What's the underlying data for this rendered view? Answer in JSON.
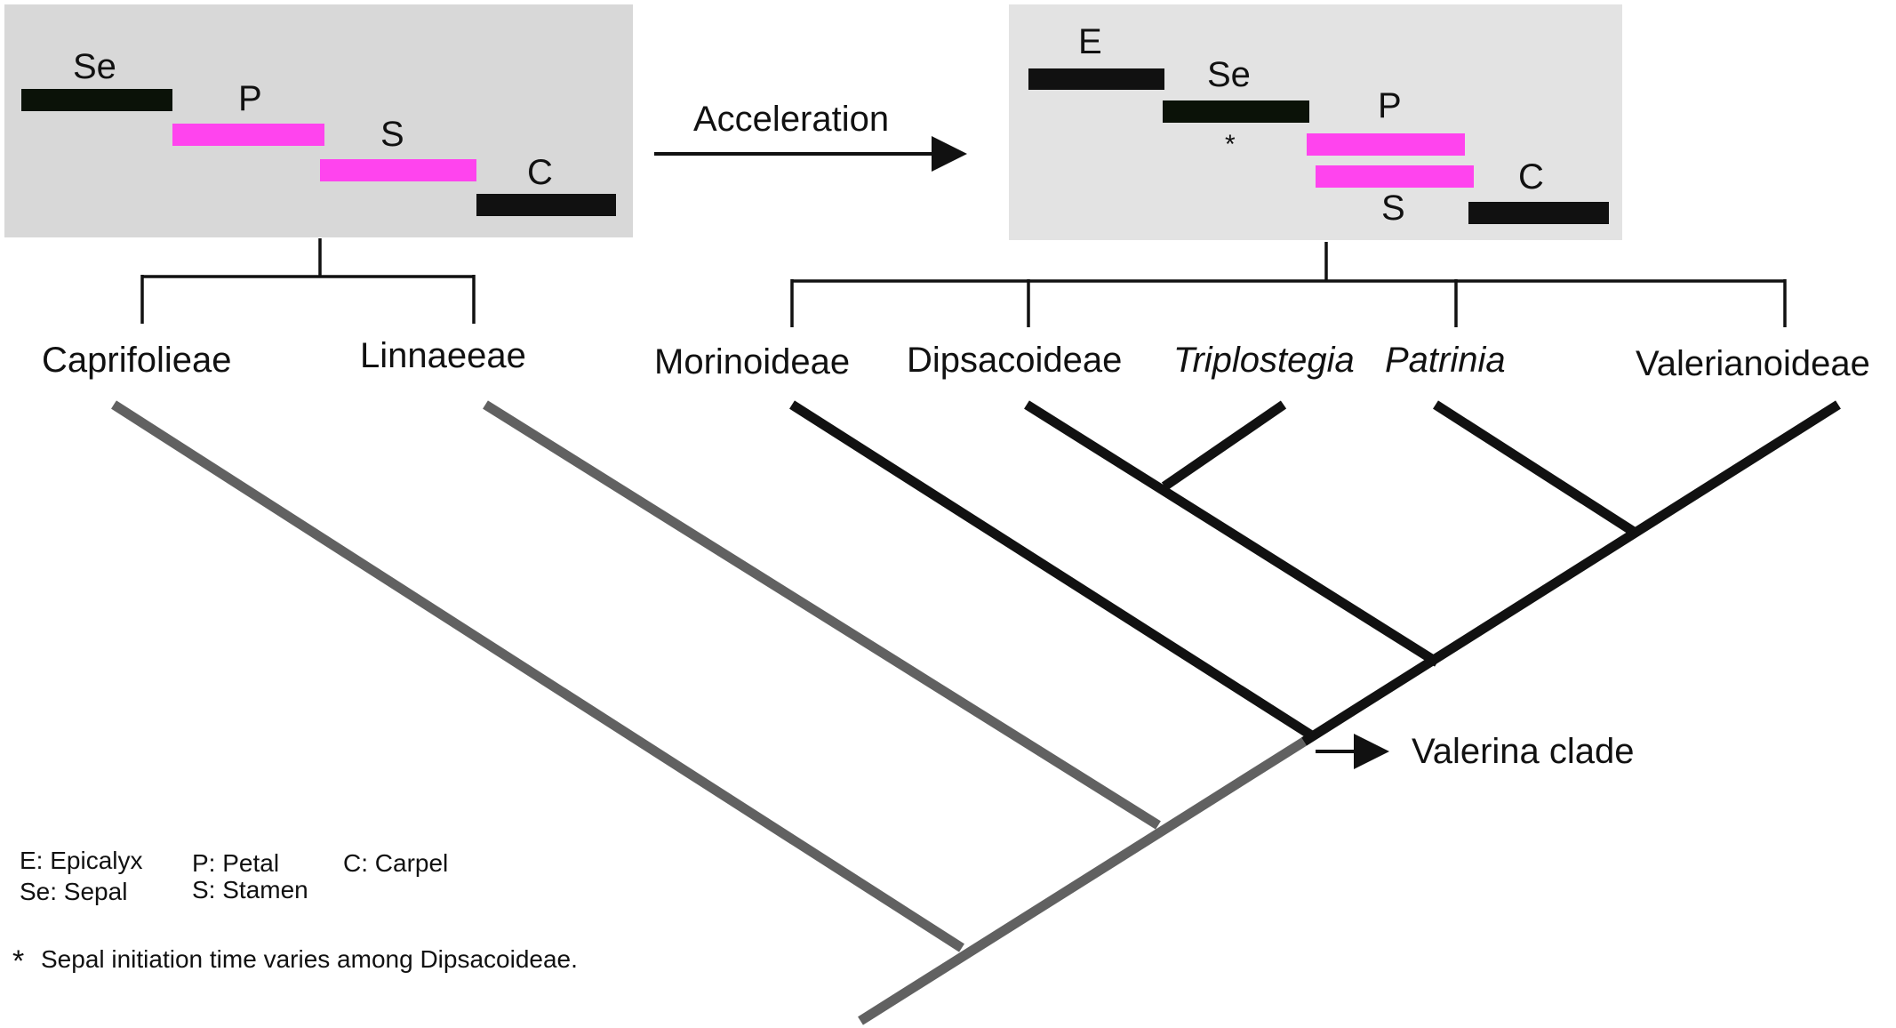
{
  "colors": {
    "panel_fill": "#d8d8d8",
    "panel_fill_right": "#e3e3e3",
    "bar_dark": "#0b1208",
    "bar_black": "#111111",
    "bar_magenta": "#ff44ee",
    "branch_grey": "#616161",
    "branch_black": "#111111",
    "bracket": "#111111"
  },
  "panels": {
    "left": {
      "bars": [
        {
          "label": "Se",
          "color_key": "bar_dark"
        },
        {
          "label": "P",
          "color_key": "bar_magenta"
        },
        {
          "label": "S",
          "color_key": "bar_magenta"
        },
        {
          "label": "C",
          "color_key": "bar_black"
        }
      ]
    },
    "right": {
      "bars": [
        {
          "label": "E",
          "color_key": "bar_black"
        },
        {
          "label": "Se",
          "color_key": "bar_dark"
        },
        {
          "label": "P",
          "color_key": "bar_magenta"
        },
        {
          "label": "S",
          "color_key": "bar_magenta"
        },
        {
          "label": "C",
          "color_key": "bar_black"
        }
      ],
      "asterisk": "*"
    }
  },
  "arrow_label": "Acceleration",
  "taxa": {
    "caprifolieae": "Caprifolieae",
    "linnaeeae": "Linnaeeae",
    "morinoideae": "Morinoideae",
    "dipsacoideae": "Dipsacoideae",
    "triplostegia": "Triplostegia",
    "patrinia": "Patrinia",
    "valerianoideae": "Valerianoideae"
  },
  "clade_label": "Valerina clade",
  "legend": {
    "epicalyx": "E: Epicalyx",
    "sepal": "Se: Sepal",
    "petal": "P: Petal",
    "stamen": "S: Stamen",
    "carpel": "C: Carpel",
    "footnote_mark": "*",
    "footnote": "Sepal initiation time varies among Dipsacoideae."
  }
}
